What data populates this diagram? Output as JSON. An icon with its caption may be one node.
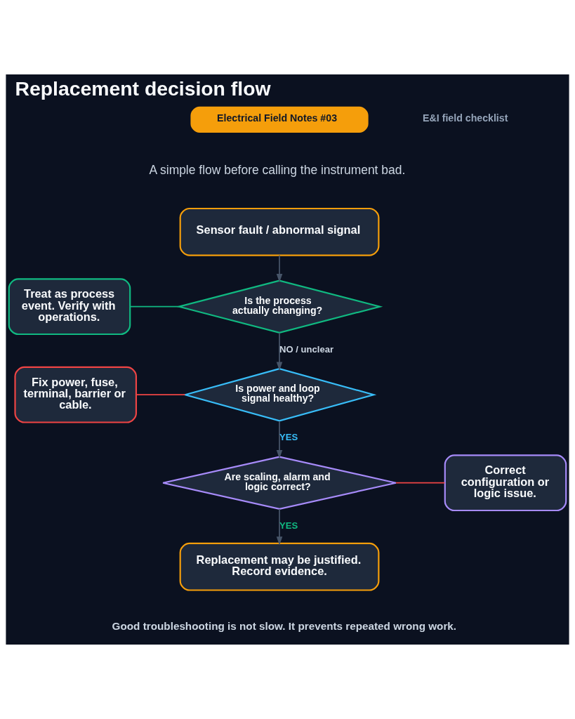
{
  "diagram": {
    "title": "Replacement decision flow",
    "nodes": [
      {
        "text": [
          "Electrical Field Notes #03"
        ]
      },
      {
        "text": [
          "Sensor fault / abnormal signal"
        ]
      },
      {
        "text": [
          "Treat as process event. Verify with operations."
        ]
      },
      {
        "text": [
          "Is the process actually changing?"
        ]
      },
      {
        "text": [
          "Fix power, fuse, terminal, barrier or cable."
        ]
      },
      {
        "text": [
          "Is power and loop signal healthy?"
        ]
      },
      {
        "text": [
          "Are scaling, alarm and logic correct?"
        ]
      },
      {
        "text": [
          "Correct configuration or logic issue."
        ]
      },
      {
        "text": [
          "Replacement may be justified. Record evidence."
        ]
      }
    ],
    "edges": [
      {
        "from": 1,
        "to": 3,
        "arrow": "to"
      },
      {
        "from": 2,
        "to": 3,
        "arrow": "none",
        "color": "#10b981"
      },
      {
        "from": 3,
        "to": 5,
        "arrow": "to",
        "label": "NO / unclear"
      },
      {
        "from": 4,
        "to": 5,
        "arrow": "none",
        "color": "#ef4444"
      },
      {
        "from": 5,
        "to": 6,
        "arrow": "to",
        "label": "YES"
      },
      {
        "from": 6,
        "to": 7,
        "arrow": "none",
        "color": "#ef4444"
      },
      {
        "from": 6,
        "to": 8,
        "arrow": "to",
        "label": "YES"
      }
    ],
    "labels": [
      "E&I field checklist",
      "A simple flow before calling the instrument bad.",
      "Good troubleshooting is not slow. It prevents repeated wrong work."
    ]
  }
}
